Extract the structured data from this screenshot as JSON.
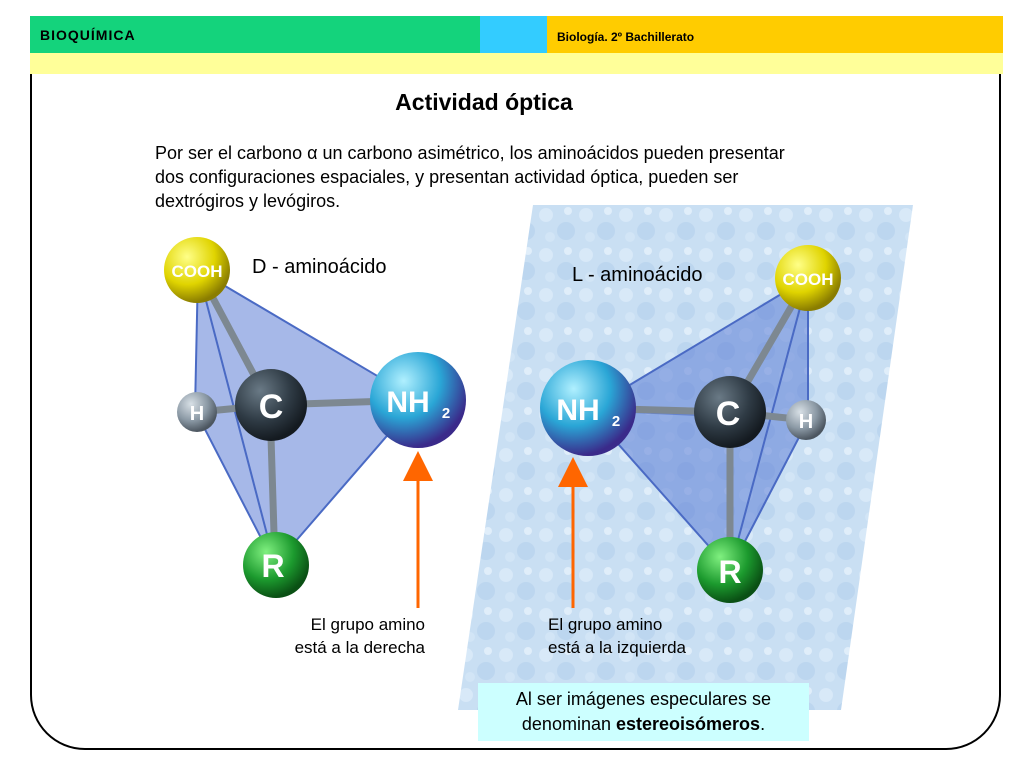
{
  "header": {
    "left_label": "BIOQUÍMICA",
    "right_label": "Biología. 2º Bachillerato"
  },
  "slide": {
    "title": "Actividad óptica",
    "intro": {
      "line1": "Por ser el carbono α un carbono asimétrico, los aminoácidos pueden presentar",
      "line2": "dos configuraciones espaciales, y presentan actividad óptica, pueden ser",
      "line3": "dextrógiros y levógiros."
    },
    "d_label": "D - aminoácido",
    "l_label": "L - aminoácido",
    "d_caption": {
      "line1": "El grupo amino",
      "line2": "está a la derecha"
    },
    "l_caption": {
      "line1": "El grupo amino",
      "line2": "está a la izquierda"
    },
    "note": {
      "line1": "Al ser imágenes especulares se",
      "line2_prefix": "denominan ",
      "line2_bold": "estereoisómeros",
      "line2_suffix": "."
    }
  },
  "atoms": {
    "cooh": "COOH",
    "h": "H",
    "c": "C",
    "nh": "NH",
    "sub2": "2",
    "r": "R"
  },
  "colors": {
    "header_green": "#14d37c",
    "header_cyan": "#33ccff",
    "header_yellow": "#ffcc00",
    "header_band": "#ffff99",
    "arrow": "#ff6600",
    "note_bg": "#ccffff"
  }
}
